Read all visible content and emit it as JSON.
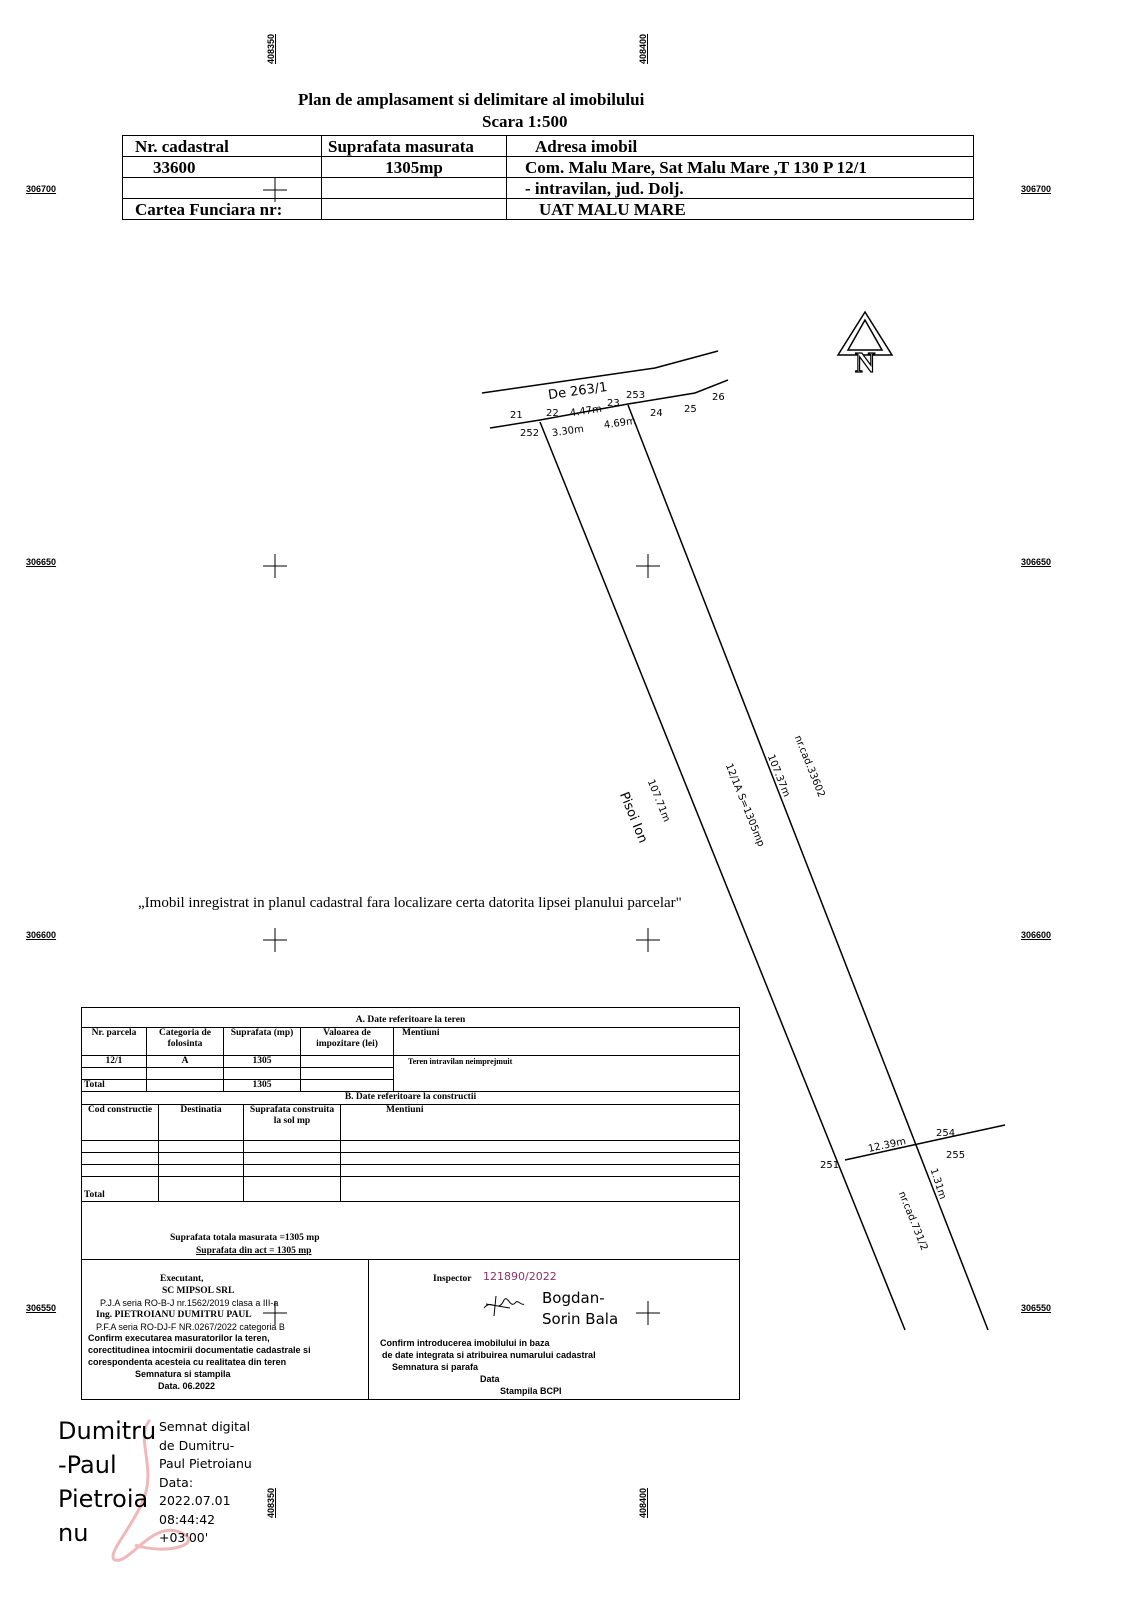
{
  "title": "Plan de amplasament si delimitare al imobilului",
  "scale": "Scara 1:500",
  "header_table": {
    "col1_label": "Nr. cadastral",
    "col2_label": "Suprafata masurata",
    "col3_label": "Adresa imobil",
    "nr_cadastral": "33600",
    "suprafata": "1305mp",
    "adresa_line1": "Com. Malu Mare, Sat Malu Mare ,T 130 P 12/1",
    "adresa_line2": "- intravilan, jud. Dolj.",
    "cf_label": "Cartea Funciara  nr:",
    "uat": "UAT     MALU MARE"
  },
  "grid": {
    "x_labels": [
      "408350",
      "408400"
    ],
    "y_labels": [
      "306700",
      "306650",
      "306600",
      "306550"
    ]
  },
  "plot": {
    "road": "De 263/1",
    "points": [
      "21",
      "22",
      "23",
      "253",
      "24",
      "25",
      "26",
      "252",
      "251",
      "254",
      "255"
    ],
    "dims": [
      "4.47m",
      "4.69m",
      "3.30m",
      "107.71m",
      "107.37m",
      "12.39m",
      "1.31m"
    ],
    "parcel_label": "12/1A  S=1305mp",
    "neighbor_west": "Pisoi Ion",
    "neighbor_east": "nr.cad.33602",
    "neighbor_south": "nr.cad.731/2",
    "north": "N"
  },
  "note": "„Imobil inregistrat in planul cadastral fara localizare certa datorita lipsei planului parcelar\"",
  "table_a": {
    "title": "A. Date referitoare la teren",
    "headers": [
      "Nr. parcela",
      "Categoria de  folosinta",
      "Suprafata (mp)",
      "Valoarea de impozitare (lei)",
      "Mentiuni"
    ],
    "rows": [
      [
        "12/1",
        "A",
        "1305",
        ""
      ]
    ],
    "mentiuni": "Teren intravilan neimprejmuit",
    "total_label": "Total",
    "total_value": "1305"
  },
  "table_b": {
    "title": "B. Date referitoare la constructii",
    "headers": [
      "Cod constructie",
      "Destinatia",
      "Suprafata construita la sol mp",
      "Mentiuni"
    ],
    "total_label": "Total"
  },
  "totals": {
    "line1": "Suprafata totala masurata =1305 mp",
    "line2": "Suprafata din act =  1305 mp"
  },
  "executant": {
    "l1": "Executant,",
    "l2": "SC MIPSOL SRL",
    "l3": "P.J.A seria RO-B-J nr.1562/2019 clasa a III-a",
    "l4": "Ing. PIETROIANU DUMITRU PAUL",
    "l5": "P.F.A seria RO-DJ-F NR.0267/2022 categoria B",
    "l6": "Confirm executarea masuratorilor la teren,",
    "l7": "corectitudinea intocmirii documentatie cadastrale si",
    "l8": "corespondenta acesteia cu realitatea din teren",
    "l9": "Semnatura si stampila",
    "l10": "Data. 06.2022"
  },
  "inspector": {
    "label": "Inspector",
    "number": "121890/2022",
    "name1": "Bogdan-",
    "name2": "Sorin Bala",
    "l1": "Confirm introducerea imobilului in baza",
    "l2": "de date integrata si atribuirea numarului cadastral",
    "l3": "Semnatura si parafa",
    "l4": "Data",
    "l5": "Stampila BCPI"
  },
  "digital_signature": {
    "name": [
      "Dumitru",
      "-Paul",
      "Pietroia",
      "nu"
    ],
    "details": [
      "Semnat digital",
      "de Dumitru-",
      "Paul Pietroianu",
      "Data:",
      "2022.07.01",
      "08:44:42",
      "+03'00'"
    ]
  }
}
